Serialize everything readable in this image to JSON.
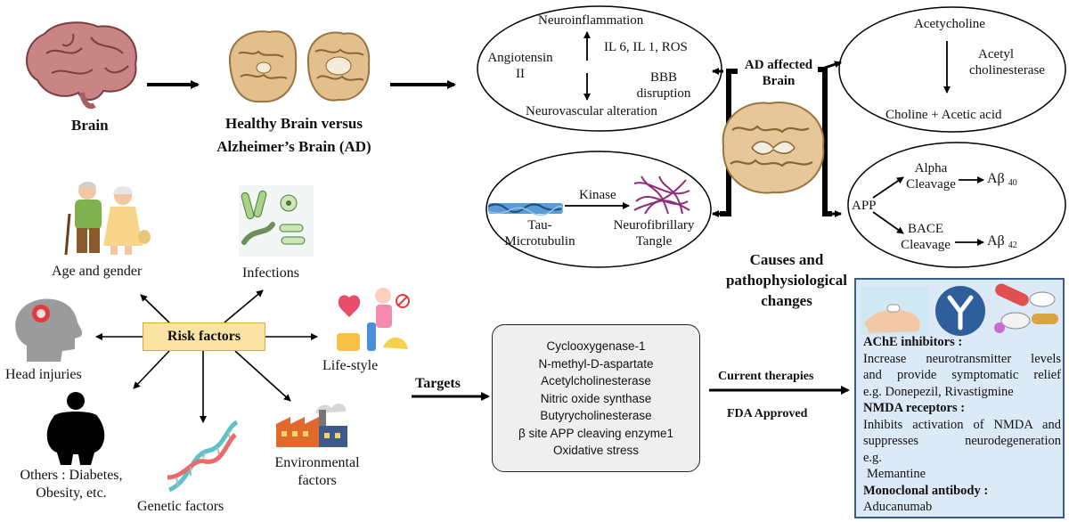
{
  "brain": {
    "label": "Brain"
  },
  "healthy_vs_ad": {
    "line1": "Healthy Brain versus",
    "line2": "Alzheimer’s Brain (AD)"
  },
  "ad_brain": {
    "line1": "AD affected",
    "line2": "Brain"
  },
  "causes": {
    "line1": "Causes and",
    "line2": "pathophysiological",
    "line3": "changes"
  },
  "neuro_ellipse": {
    "neuroinflammation": "Neuroinflammation",
    "angiotensin1": "Angiotensin",
    "angiotensin2": "II",
    "il": "IL 6, IL 1, ROS",
    "bbb1": "BBB",
    "bbb2": "disruption",
    "neurovascular": "Neurovascular alteration"
  },
  "ach_ellipse": {
    "acetylcholine": "Acetycholine",
    "enzyme1": "Acetyl",
    "enzyme2": "cholinesterase",
    "products": "Choline + Acetic acid"
  },
  "tau_ellipse": {
    "kinase": "Kinase",
    "tau1": "Tau-",
    "tau2": "Microtubulin",
    "nft1": "Neurofibrillary",
    "nft2": "Tangle"
  },
  "app_ellipse": {
    "app": "APP",
    "alpha1": "Alpha",
    "alpha2": "Cleavage",
    "ab40": "Aβ",
    "ab40_sub": "40",
    "bace1": "BACE",
    "bace2": "Cleavage",
    "ab42": "Aβ",
    "ab42_sub": "42"
  },
  "risk": {
    "center": "Risk factors",
    "age": "Age and gender",
    "infections": "Infections",
    "head": "Head injuries",
    "lifestyle": "Life-style",
    "others1": "Others : Diabetes,",
    "others2": "Obesity, etc.",
    "genetic": "Genetic factors",
    "env1": "Environmental",
    "env2": "factors"
  },
  "targets": {
    "label": "Targets",
    "items": [
      "Cyclooxygenase-1",
      "N-methyl-D-aspartate",
      "Acetylcholinesterase",
      "Nitric oxide synthase",
      "Butyrycholinesterase",
      "β site APP cleaving enzyme1",
      "Oxidative stress"
    ]
  },
  "therapies": {
    "label": "Current therapies",
    "sub": "FDA Approved"
  },
  "therapy_panel": {
    "ache_head": "AChE inhibitors :",
    "ache_1": "Increase neurotransmitter levels",
    "ache_2": "and provide symptomatic relief",
    "ache_3": "e.g. Donepezil, Rivastigmine",
    "nmda_head": "NMDA receptors :",
    "nmda_1": "Inhibits activation of NMDA and",
    "nmda_2": "suppresses neurodegeneration",
    "nmda_3": "e.g.",
    "nmda_4": "Memantine",
    "mab_head": "Monoclonal antibody :",
    "mab_1": "Aducanumab"
  },
  "colors": {
    "risk_fill": "#fbe3a3",
    "panel_fill": "#dce9f6",
    "panel_border": "#3b5d8a",
    "brain_pink": "#c87a7a",
    "cortex": "#e8c9a0"
  }
}
